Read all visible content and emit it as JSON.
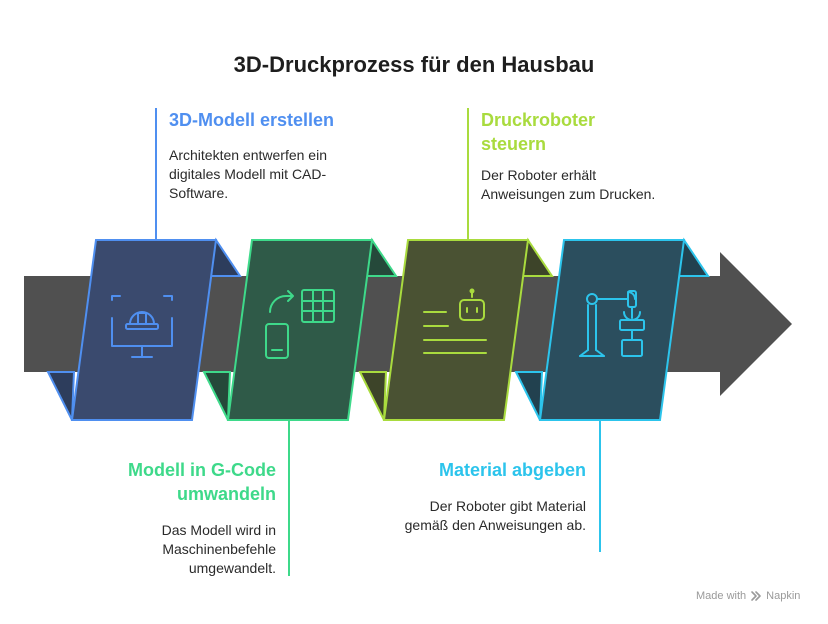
{
  "title": "3D-Druckprozess für den Hausbau",
  "colors": {
    "arrow": "#505050",
    "step1": "#4f8ff0",
    "step2": "#3ed98a",
    "step3": "#a9db3e",
    "step4": "#2cc4ec"
  },
  "steps": [
    {
      "title": "3D-Modell erstellen",
      "description": "Architekten entwerfen ein digitales Modell mit CAD-Software.",
      "icon": "monitor-hardhat-icon"
    },
    {
      "title": "Modell in G-Code umwandeln",
      "description": "Das Modell wird in Maschinenbefehle umgewandelt.",
      "icon": "convert-phone-grid-icon"
    },
    {
      "title": "Druckroboter steuern",
      "description": "Der Roboter erhält Anweisungen zum Drucken.",
      "icon": "robot-instructions-icon"
    },
    {
      "title": "Material abgeben",
      "description": "Der Roboter gibt Material gemäß den Anweisungen ab.",
      "icon": "robot-arm-icon"
    }
  ],
  "watermark": {
    "prefix": "Made with",
    "brand": "Napkin"
  }
}
